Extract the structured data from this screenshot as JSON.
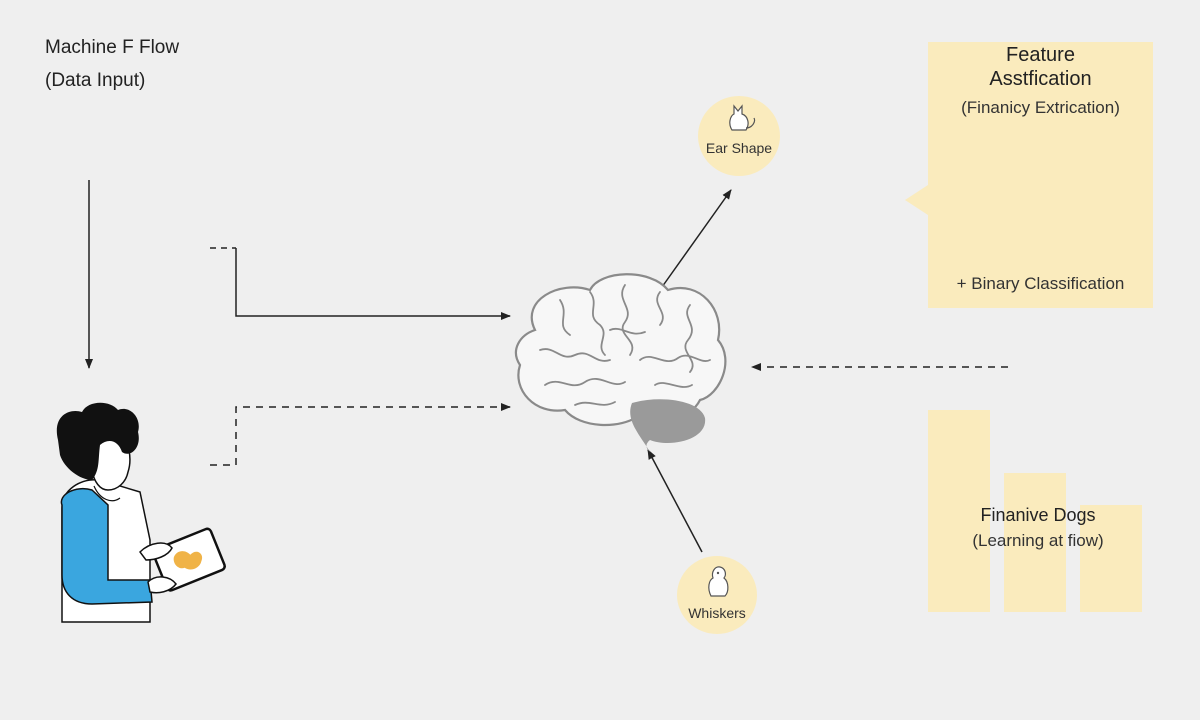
{
  "header": {
    "title_line1": "Machine F Flow",
    "title_line2": "(Data Input)"
  },
  "feature_panel": {
    "title_line1": "Feature",
    "title_line2": "Asstfication",
    "subtitle": "(Finanicy Extrication)",
    "footer": "+ Binary Classification",
    "icon": "globe-with-cat-icon"
  },
  "bubbles": {
    "ear_shape": {
      "label": "Ear Shape",
      "icon": "cat-silhouette-icon"
    },
    "whiskers": {
      "label": "Whiskers",
      "icon": "dog-silhouette-icon"
    }
  },
  "bars_panel": {
    "title": "Finanive Dogs",
    "subtitle": "(Learning at fiow)",
    "bar_levels": [
      1.0,
      0.69,
      0.53
    ]
  },
  "colors": {
    "background": "#efefef",
    "panel": "#faebbd",
    "brain_fill": "#f7f7f7",
    "brain_stroke": "#8a8a8a",
    "cerebellum": "#9a9a9a",
    "shirt": "#3aa6df",
    "hair": "#111111",
    "globe_green": "#1fd58a",
    "arrow": "#222222"
  },
  "icons": {
    "central": "brain-icon",
    "person": "child-with-tablet-icon"
  }
}
